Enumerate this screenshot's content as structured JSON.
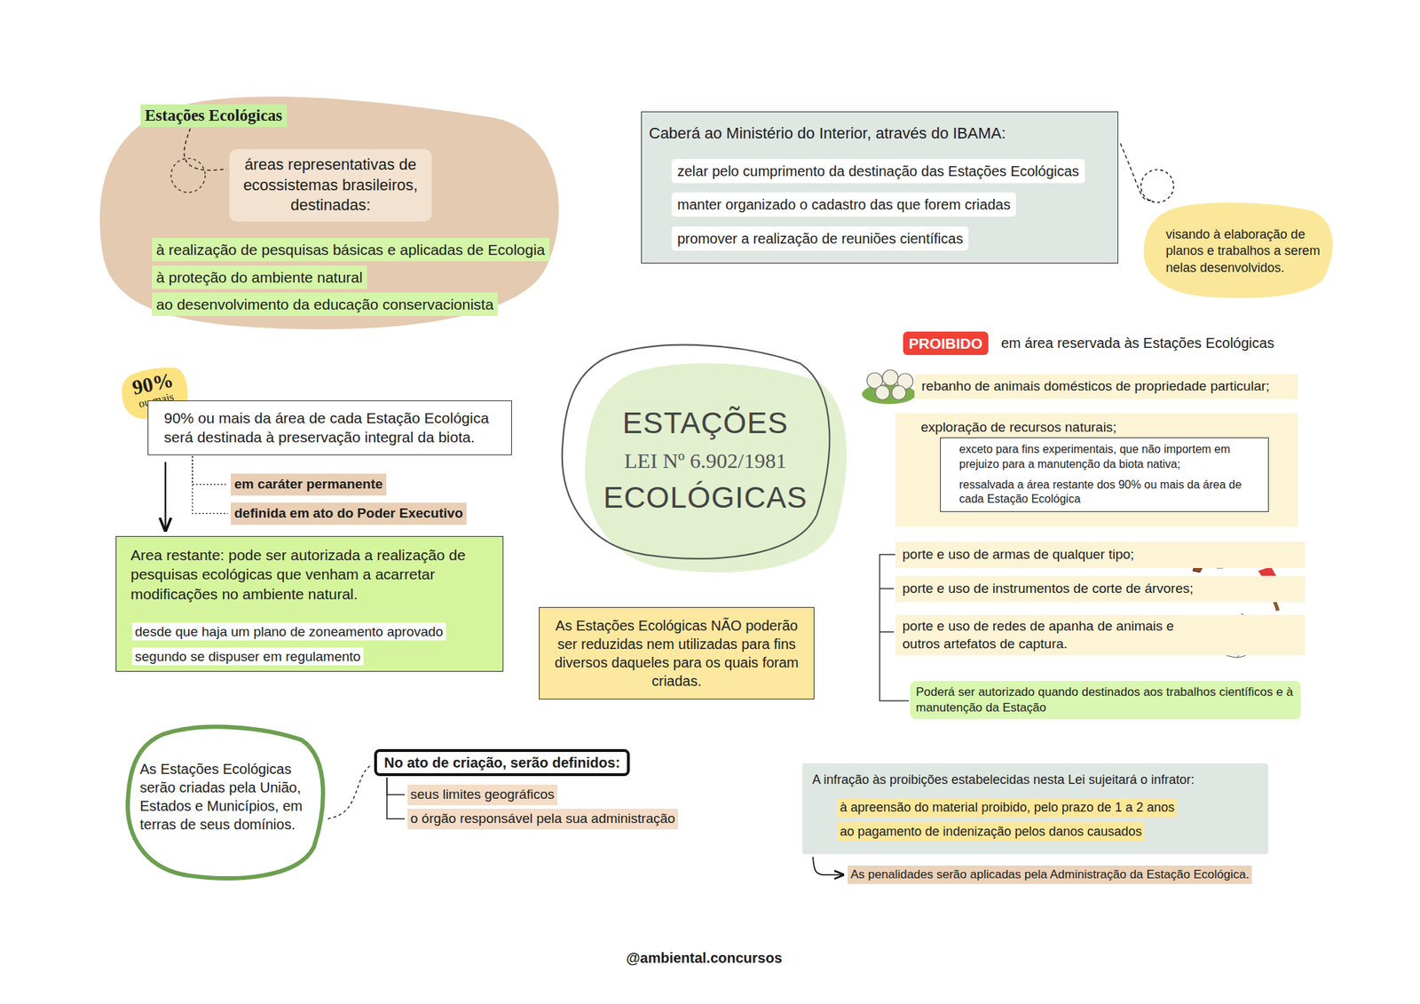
{
  "diagram": {
    "nodes": [
      {
        "text": [
          "Estações Ecológicas"
        ]
      },
      {
        "text": [
          "áreas representativas de ecossistemas brasileiros, destinadas:"
        ]
      },
      {
        "text": [
          "à realização de pesquisas básicas e aplicadas de Ecologia"
        ]
      },
      {
        "text": [
          "à proteção do ambiente natural"
        ]
      },
      {
        "text": [
          "ao desenvolvimento da educação conservacionista"
        ]
      },
      {
        "text": [
          "Caberá ao Ministério do Interior, através do IBAMA:"
        ]
      },
      {
        "text": [
          "zelar pelo cumprimento da destinação das Estações Ecológicas"
        ],
        "in": 5
      },
      {
        "text": [
          "manter organizado o cadastro das que forem criadas"
        ],
        "in": 5
      },
      {
        "text": [
          "promover a realização de reuniões científicas"
        ],
        "in": 5
      },
      {
        "text": [
          "visando à elaboração de planos e trabalhos a serem nelas desenvolvidos."
        ]
      },
      {
        "text": [
          "90%",
          "ou mais"
        ]
      },
      {
        "text": [
          "90% ou mais da área de cada Estação Ecológica será destinada à preservação integral da biota."
        ]
      },
      {
        "text": [
          "em caráter permanente"
        ]
      },
      {
        "text": [
          "definida em ato do Poder Executivo"
        ]
      },
      {
        "text": [
          "Area restante: pode ser autorizada a realização de pesquisas ecológicas que venham a acarretar modificações no ambiente natural."
        ]
      },
      {
        "text": [
          "desde que haja um plano de zoneamento aprovado segundo se dispuser em regulamento"
        ],
        "in": 14
      },
      {
        "text": [
          "ESTAÇÕES",
          "LEI Nº 6.902/1981",
          "ECOLÓGICAS"
        ]
      },
      {
        "text": [
          "As Estações Ecológicas NÃO poderão ser reduzidas nem utilizadas para fins diversos daqueles para os quais foram criadas."
        ]
      },
      {
        "text": [
          "PROIBIDO"
        ]
      },
      {
        "text": [
          "rebanho de animais domésticos de propriedade particular;"
        ]
      },
      {
        "text": [
          "exploração de recursos naturais;"
        ]
      },
      {
        "text": [
          "exceto para fins experimentais, que não importem em prejuizo para a manutenção da biota nativa;",
          "ressalvada a área restante dos 90% ou mais da área de cada Estação Ecológica"
        ],
        "in": 20
      },
      {
        "text": [
          "porte e uso de armas de qualquer tipo;"
        ]
      },
      {
        "text": [
          "porte e uso de instrumentos de corte de árvores;"
        ]
      },
      {
        "text": [
          "porte e uso de redes de apanha de animais e outros artefatos de captura."
        ]
      },
      {
        "text": [
          "Poderá ser autorizado quando destinados aos trabalhos científicos e à manutenção da Estação"
        ]
      },
      {
        "text": [
          "As Estações Ecológicas serão criadas pela União, Estados e Municípios, em terras de seus domínios."
        ]
      },
      {
        "text": [
          "No ato de criação, serão definidos:"
        ]
      },
      {
        "text": [
          "seus limites geográficos"
        ]
      },
      {
        "text": [
          "o órgão responsável pela sua administração"
        ]
      },
      {
        "text": [
          "A infração às proibições estabelecidas nesta Lei sujeitará o infrator:"
        ]
      },
      {
        "text": [
          "à apreensão do material proibido, pelo prazo de 1 a 2 anos"
        ],
        "in": 30
      },
      {
        "text": [
          "ao pagamento de indenização pelos danos causados"
        ],
        "in": 30
      },
      {
        "text": [
          "As penalidades serão aplicadas pela Administração da Estação Ecológica."
        ]
      }
    ],
    "edges": [
      {
        "from": 0,
        "to": 1,
        "arrow": "none"
      },
      {
        "from": 5,
        "to": 9,
        "arrow": "none"
      },
      {
        "from": 11,
        "to": 12,
        "arrow": "none"
      },
      {
        "from": 11,
        "to": 13,
        "arrow": "none"
      },
      {
        "from": 11,
        "to": 14,
        "arrow": "to"
      },
      {
        "from": 26,
        "to": 27,
        "arrow": "none"
      },
      {
        "from": 27,
        "to": 28,
        "arrow": "none"
      },
      {
        "from": 27,
        "to": 29,
        "arrow": "none"
      },
      {
        "from": 30,
        "to": 33,
        "arrow": "to"
      }
    ],
    "labels": [
      "em área reservada às Estações Ecológicas",
      "@ambiental.concursos"
    ]
  }
}
